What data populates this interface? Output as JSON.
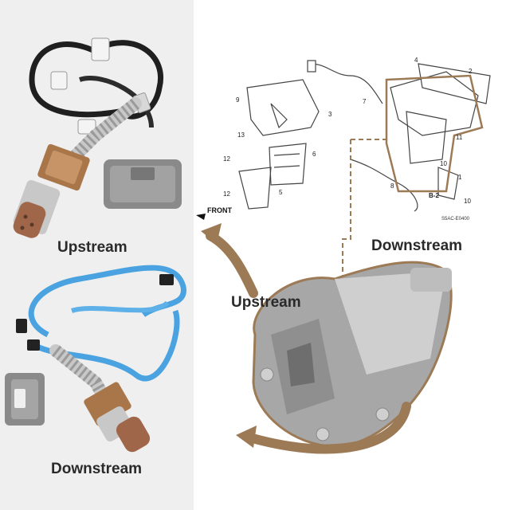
{
  "labels": {
    "upstream_left": "Upstream",
    "downstream_left": "Downstream",
    "upstream_right": "Upstream",
    "downstream_right": "Downstream",
    "front": "FRONT",
    "diagram_code": "S5AC-E0400"
  },
  "callouts": [
    "1",
    "2",
    "3",
    "4",
    "5",
    "6",
    "7",
    "8",
    "9",
    "10",
    "10",
    "11",
    "12",
    "12",
    "13",
    "B-2"
  ],
  "colors": {
    "background": "#efefef",
    "diagram_bg": "#ffffff",
    "arrow_brown": "#9c7a56",
    "sensor_blue": "#4aa3e0",
    "sensor_black": "#1f1f1f",
    "connector_gray": "#8a8a8a",
    "metal": "#b9b9b9",
    "bronze": "#a9764a"
  }
}
